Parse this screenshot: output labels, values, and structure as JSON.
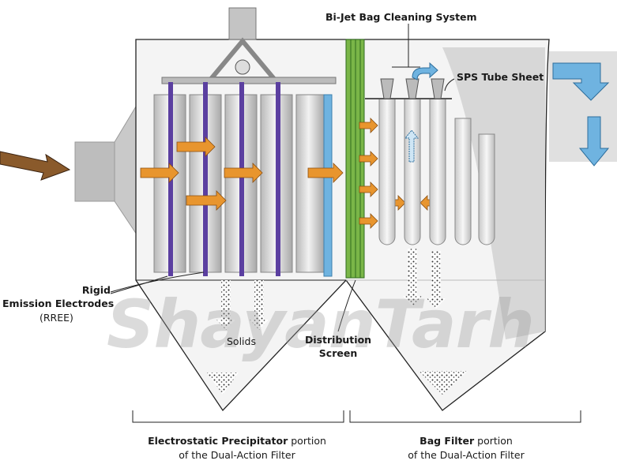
{
  "labels": {
    "bijet": "Bi-Jet Bag Cleaning System",
    "sps": "SPS Tube Sheet",
    "rigid": "Rigid",
    "emission": "Emission Electrodes",
    "rree": "(RREE)",
    "solids": "Solids",
    "distribution": "Distribution",
    "screen": "Screen",
    "esp_bold": "Electrostatic Precipitator",
    "esp_rest": " portion",
    "esp_sub": "of the Dual-Action Filter",
    "bag_bold": "Bag Filter",
    "bag_rest": " portion",
    "bag_sub": "of the Dual-Action Filter"
  },
  "watermark": "ShayanTarh",
  "colors": {
    "flow_arrow": "#e0902a",
    "inlet_arrow": "#8a5a2b",
    "electrode": "#5b3fa0",
    "screen": "#7ab648",
    "outlet": "#6fb3e0",
    "housing": "#d9d9d9"
  }
}
